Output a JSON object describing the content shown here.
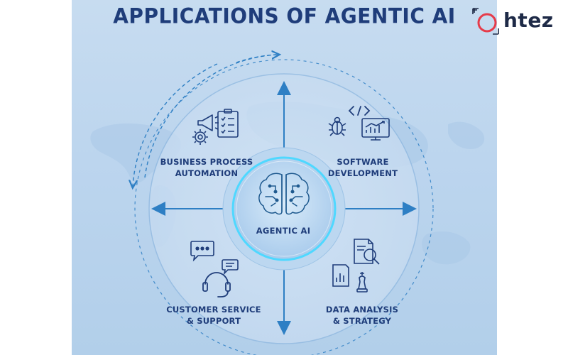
{
  "title": "APPLICATIONS OF AGENTIC AI",
  "center": {
    "label": "AGENTIC AI",
    "icon": "brain-circuit-icon"
  },
  "quadrants": [
    {
      "line1": "BUSINESS PROCESS",
      "line2": "AUTOMATION",
      "icons": [
        "megaphone-icon",
        "gear-icon",
        "checklist-icon"
      ]
    },
    {
      "line1": "SOFTWARE",
      "line2": "DEVELOPMENT",
      "icons": [
        "code-brackets-icon",
        "bug-icon",
        "monitor-chart-icon"
      ]
    },
    {
      "line1": "CUSTOMER SERVICE",
      "line2": "& SUPPORT",
      "icons": [
        "chat-bubble-icon",
        "headset-icon",
        "speech-bubble-icon"
      ]
    },
    {
      "line1": "DATA ANALYSIS",
      "line2": "& STRATEGY",
      "icons": [
        "report-magnifier-icon",
        "bar-chart-document-icon",
        "chess-piece-icon"
      ]
    }
  ],
  "logo": {
    "name": "htez",
    "icon": "o-ring-logo-icon"
  },
  "colors": {
    "background": "#bcd5ee",
    "title": "#1f3d7a",
    "accent": "#2e7fc4",
    "center_glow": "#58e3ff",
    "logo_ring": "#e63b4a",
    "logo_text": "#1e2a47"
  }
}
